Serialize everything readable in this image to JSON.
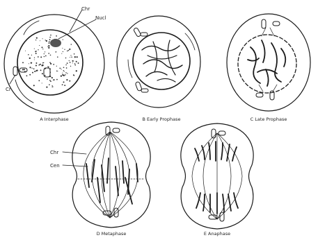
{
  "figure": {
    "panels": [
      {
        "id": "A",
        "caption": "A Interphase",
        "labels": [
          "Chr",
          "Nucl",
          "Cr"
        ]
      },
      {
        "id": "B",
        "caption": "B Early Prophase",
        "labels": []
      },
      {
        "id": "C",
        "caption": "C Late Prophase",
        "labels": []
      },
      {
        "id": "D",
        "caption": "D Metaphase",
        "labels": [
          "Chr",
          "Cen"
        ]
      },
      {
        "id": "E",
        "caption": "E Anaphase",
        "labels": []
      }
    ]
  },
  "colors": {
    "ink": "#1a1a1a",
    "background": "#ffffff"
  }
}
